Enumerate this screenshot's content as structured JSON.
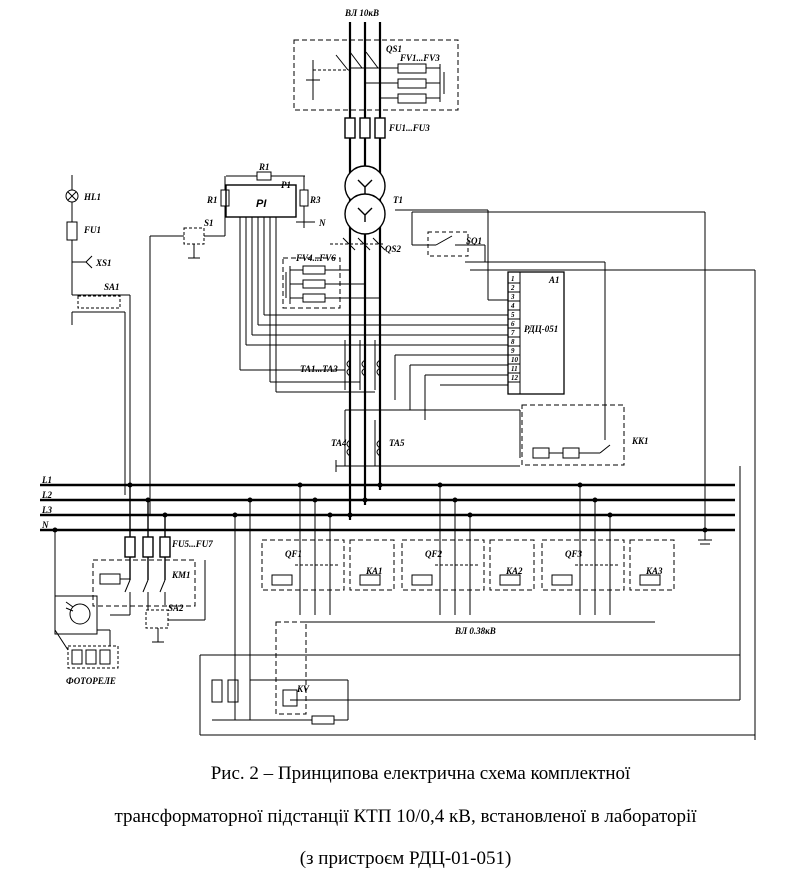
{
  "diagram": {
    "labels": {
      "vl10": "ВЛ 10кВ",
      "qs1": "QS1",
      "fv1_fv3": "FV1...FV3",
      "fu1_fu3": "FU1...FU3",
      "t1": "T1",
      "r1_top": "R1",
      "r1_left": "R1",
      "p1": "P1",
      "r3": "R3",
      "pi": "PI",
      "n_pi": "N",
      "s1": "S1",
      "hl1": "HL1",
      "fu1": "FU1",
      "xs1": "XS1",
      "sa1": "SA1",
      "qs2": "QS2",
      "sq1": "SQ1",
      "fv4_fv6": "FV4...FV6",
      "a1": "A1",
      "rdc": "РДЦ-051",
      "ta1_ta3": "TA1...TA3",
      "ta4": "TA4",
      "ta5": "TA5",
      "kk1": "KK1",
      "l1": "L1",
      "l2": "L2",
      "l3": "L3",
      "n_bus": "N",
      "fu5_fu7": "FU5...FU7",
      "km1": "KM1",
      "sa2": "SA2",
      "qf1": "QF1",
      "qf2": "QF2",
      "qf3": "QF3",
      "ka1": "KA1",
      "ka2": "KA2",
      "ka3": "KA3",
      "vl038": "ВЛ 0.38кВ",
      "kv": "KV",
      "fotorele": "ФОТОРЕЛЕ"
    },
    "terminals": [
      "1",
      "2",
      "3",
      "4",
      "5",
      "6",
      "7",
      "8",
      "9",
      "10",
      "11",
      "12"
    ]
  },
  "caption": {
    "line1": "Рис. 2 – Принципова електрична схема комплектної",
    "line2": "трансформаторної підстанції КТП 10/0,4 кВ, встановленої в лабораторії",
    "line3": "(з пристроєм РДЦ-01-051)"
  }
}
